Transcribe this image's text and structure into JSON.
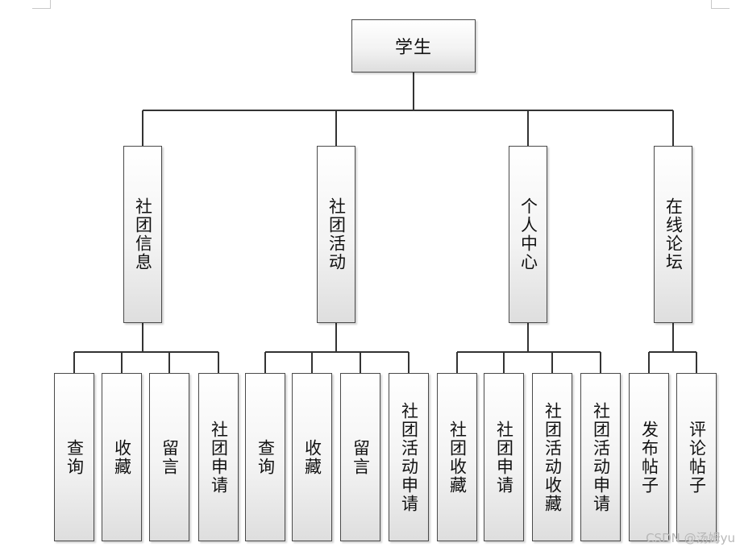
{
  "root": {
    "label": "学生"
  },
  "modules": [
    {
      "label": "社团信息",
      "children": [
        "查询",
        "收藏",
        "留言",
        "社团申请"
      ]
    },
    {
      "label": "社团活动",
      "children": [
        "查询",
        "收藏",
        "留言",
        "社团活动申请"
      ]
    },
    {
      "label": "个人中心",
      "children": [
        "社团收藏",
        "社团申请",
        "社团活动收藏",
        "社团活动申请"
      ]
    },
    {
      "label": "在线论坛",
      "children": [
        "发布帖子",
        "评论帖子"
      ]
    }
  ],
  "watermark": "CSDN @汤姆yu"
}
